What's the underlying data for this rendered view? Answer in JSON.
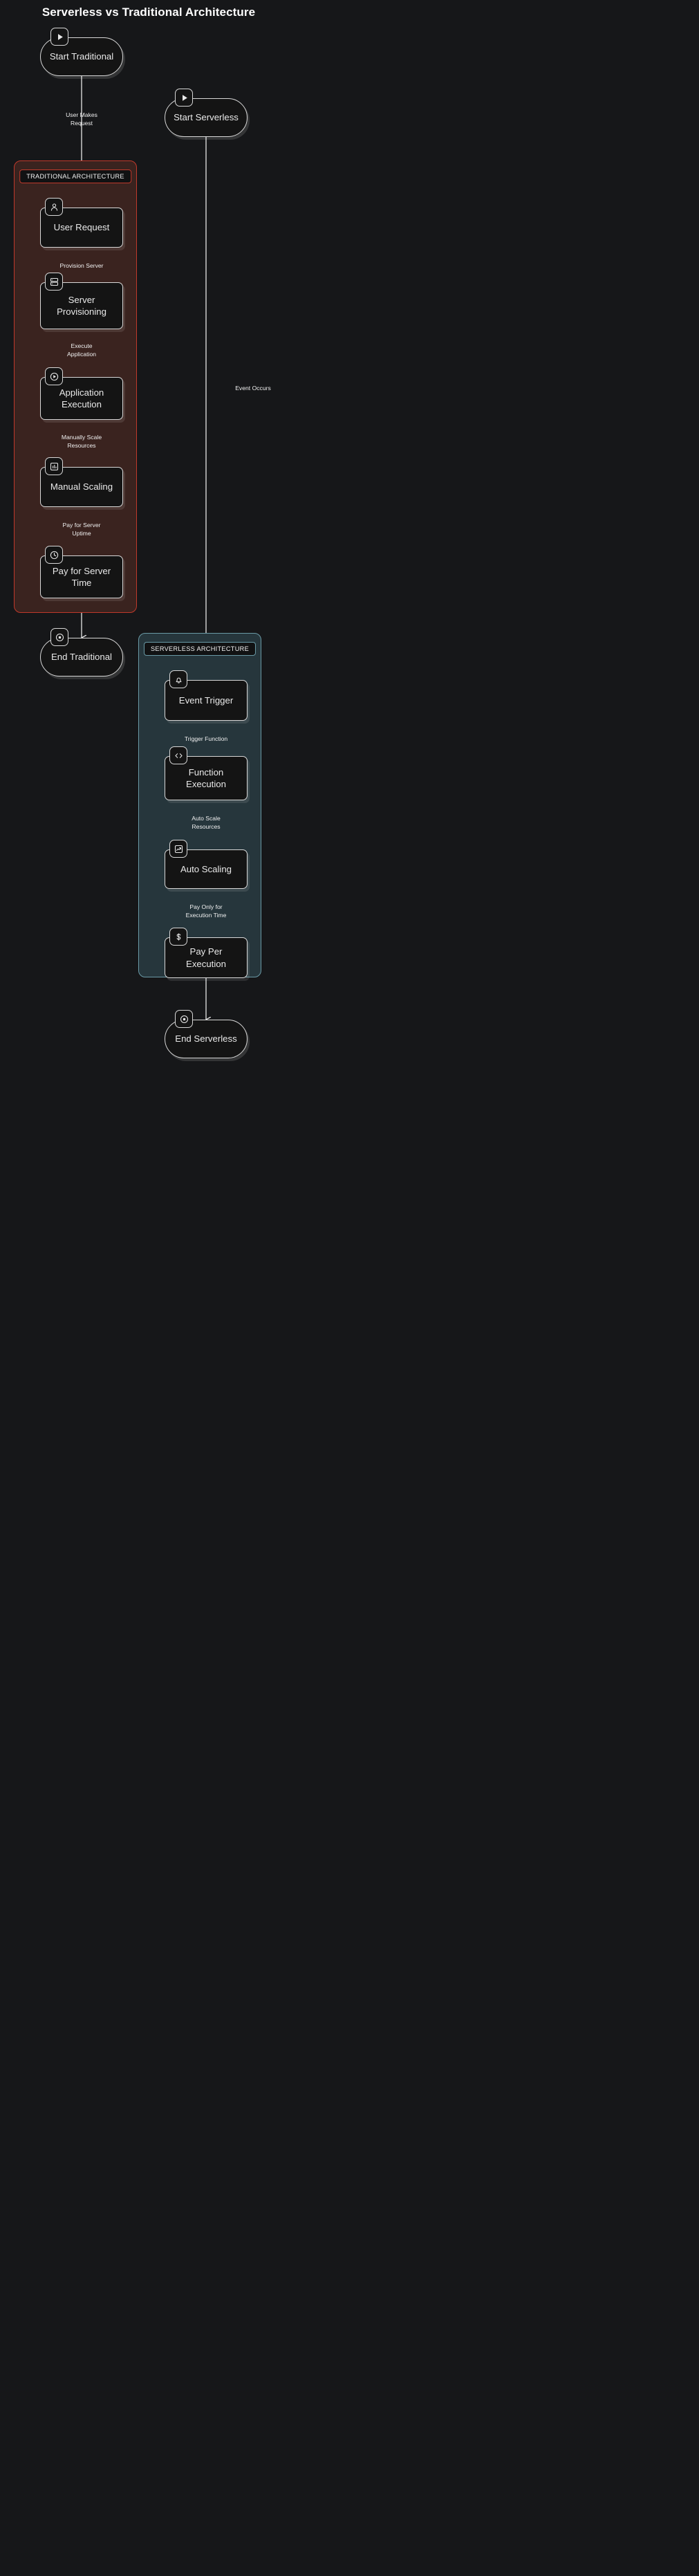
{
  "title": "Serverless vs Traditional Architecture",
  "theme": {
    "background": "#161719",
    "node_fill": "#141414",
    "node_border": "#d8d8d8",
    "text": "#e9e9e9",
    "traditional_fill": "#3a231f",
    "traditional_border": "#c0392b",
    "serverless_fill": "#26363c",
    "serverless_border": "#6a9aa6",
    "edge": "#e6e6e6"
  },
  "chart_data": {
    "type": "diagram",
    "title": "Serverless vs Traditional Architecture",
    "direction": "top-down",
    "subgraphs": [
      {
        "id": "traditional",
        "label": "TRADITIONAL ARCHITECTURE"
      },
      {
        "id": "serverless",
        "label": "SERVERLESS ARCHITECTURE"
      }
    ],
    "nodes": [
      {
        "id": "start_trad",
        "label": "Start Traditional",
        "shape": "stadium",
        "icon": "play-icon",
        "group": null
      },
      {
        "id": "user_req",
        "label": "User Request",
        "shape": "rect",
        "icon": "user-icon",
        "group": "traditional"
      },
      {
        "id": "server_prov",
        "label": "Server\nProvisioning",
        "shape": "rect",
        "icon": "server-icon",
        "group": "traditional"
      },
      {
        "id": "app_exec",
        "label": "Application\nExecution",
        "shape": "rect",
        "icon": "play-circle-icon",
        "group": "traditional"
      },
      {
        "id": "man_scale",
        "label": "Manual Scaling",
        "shape": "rect",
        "icon": "bar-chart-icon",
        "group": "traditional"
      },
      {
        "id": "pay_server",
        "label": "Pay for Server\nTime",
        "shape": "rect",
        "icon": "clock-icon",
        "group": "traditional"
      },
      {
        "id": "end_trad",
        "label": "End Traditional",
        "shape": "stadium",
        "icon": "stop-circle-icon",
        "group": null
      },
      {
        "id": "start_srvl",
        "label": "Start Serverless",
        "shape": "stadium",
        "icon": "play-icon",
        "group": null
      },
      {
        "id": "evt_trig",
        "label": "Event Trigger",
        "shape": "rect",
        "icon": "bell-icon",
        "group": "serverless"
      },
      {
        "id": "fn_exec",
        "label": "Function\nExecution",
        "shape": "rect",
        "icon": "code-icon",
        "group": "serverless"
      },
      {
        "id": "auto_scale",
        "label": "Auto Scaling",
        "shape": "rect",
        "icon": "trending-up-icon",
        "group": "serverless"
      },
      {
        "id": "pay_exec",
        "label": "Pay Per\nExecution",
        "shape": "rect",
        "icon": "dollar-icon",
        "group": "serverless"
      },
      {
        "id": "end_srvl",
        "label": "End Serverless",
        "shape": "stadium",
        "icon": "stop-circle-icon",
        "group": null
      }
    ],
    "edges": [
      {
        "from": "start_trad",
        "to": "user_req",
        "label": "User Makes\nRequest"
      },
      {
        "from": "user_req",
        "to": "server_prov",
        "label": "Provision Server"
      },
      {
        "from": "server_prov",
        "to": "app_exec",
        "label": "Execute\nApplication"
      },
      {
        "from": "app_exec",
        "to": "man_scale",
        "label": "Manually Scale\nResources"
      },
      {
        "from": "man_scale",
        "to": "pay_server",
        "label": "Pay for Server\nUptime"
      },
      {
        "from": "pay_server",
        "to": "end_trad",
        "label": ""
      },
      {
        "from": "start_srvl",
        "to": "evt_trig",
        "label": "Event Occurs"
      },
      {
        "from": "evt_trig",
        "to": "fn_exec",
        "label": "Trigger Function"
      },
      {
        "from": "fn_exec",
        "to": "auto_scale",
        "label": "Auto Scale\nResources"
      },
      {
        "from": "auto_scale",
        "to": "pay_exec",
        "label": "Pay Only for\nExecution Time"
      },
      {
        "from": "pay_exec",
        "to": "end_srvl",
        "label": ""
      }
    ]
  }
}
